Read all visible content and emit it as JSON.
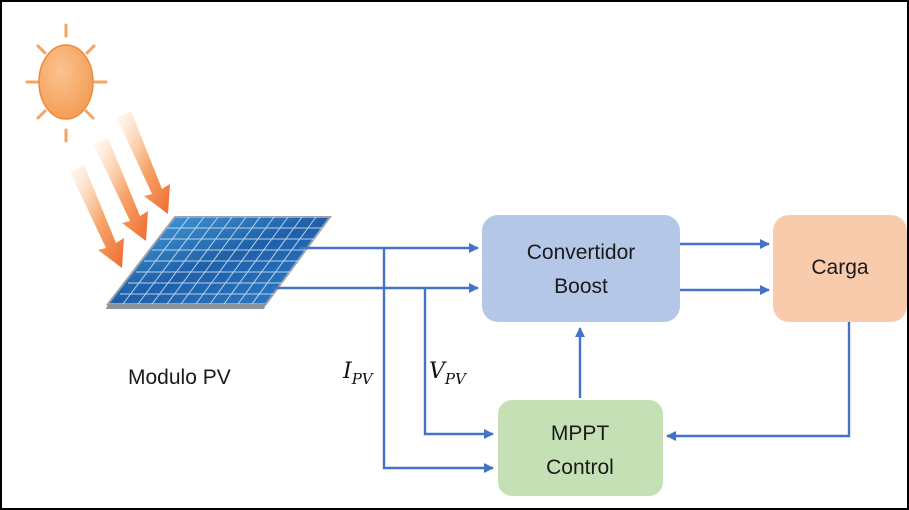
{
  "blocks": {
    "converter": {
      "line1": "Convertidor",
      "line2": "Boost",
      "color": "#b4c7e7"
    },
    "load": {
      "label": "Carga",
      "color": "#f8cbad"
    },
    "mppt": {
      "line1": "MPPT",
      "line2": "Control",
      "color": "#c5e0b4"
    }
  },
  "labels": {
    "module": "Modulo PV",
    "current": {
      "main": "I",
      "sub": "PV"
    },
    "voltage": {
      "main": "V",
      "sub": "PV"
    }
  },
  "colors": {
    "wire": "#4472c4",
    "sun": "#f4a460",
    "ray": "#f27b3c",
    "panel": "#2e6fb5",
    "border": "#000000"
  },
  "icons": {
    "sun": "sun-icon",
    "rays": "sunlight-rays-icon",
    "panel": "solar-panel-icon"
  }
}
